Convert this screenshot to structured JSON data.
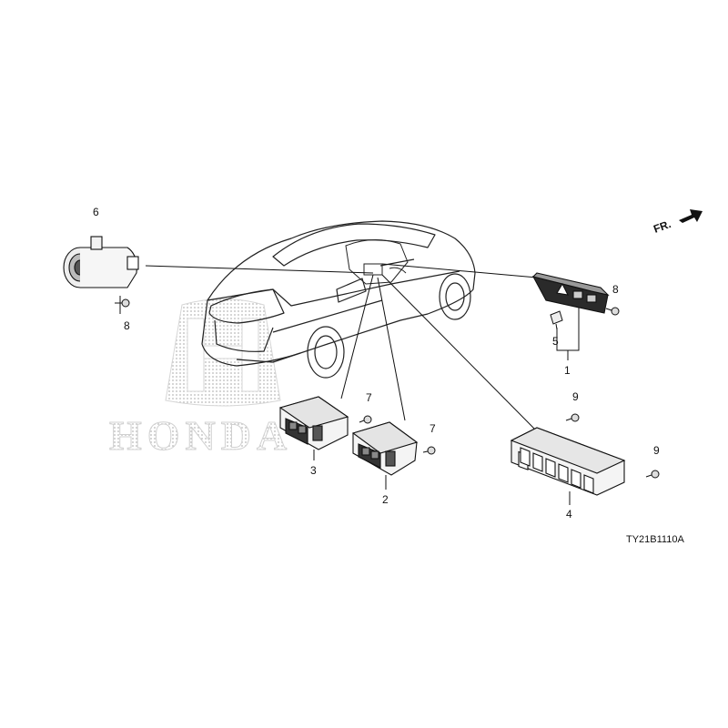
{
  "watermark": {
    "brand": "HONDA"
  },
  "front_indicator": {
    "label": "FR."
  },
  "callouts": {
    "c1": "1",
    "c2": "2",
    "c3": "3",
    "c4": "4",
    "c5": "5",
    "c6": "6",
    "c7a": "7",
    "c7b": "7",
    "c8a": "8",
    "c8b": "8",
    "c9a": "9",
    "c9b": "9"
  },
  "diagram_code": "TY21B1110A"
}
